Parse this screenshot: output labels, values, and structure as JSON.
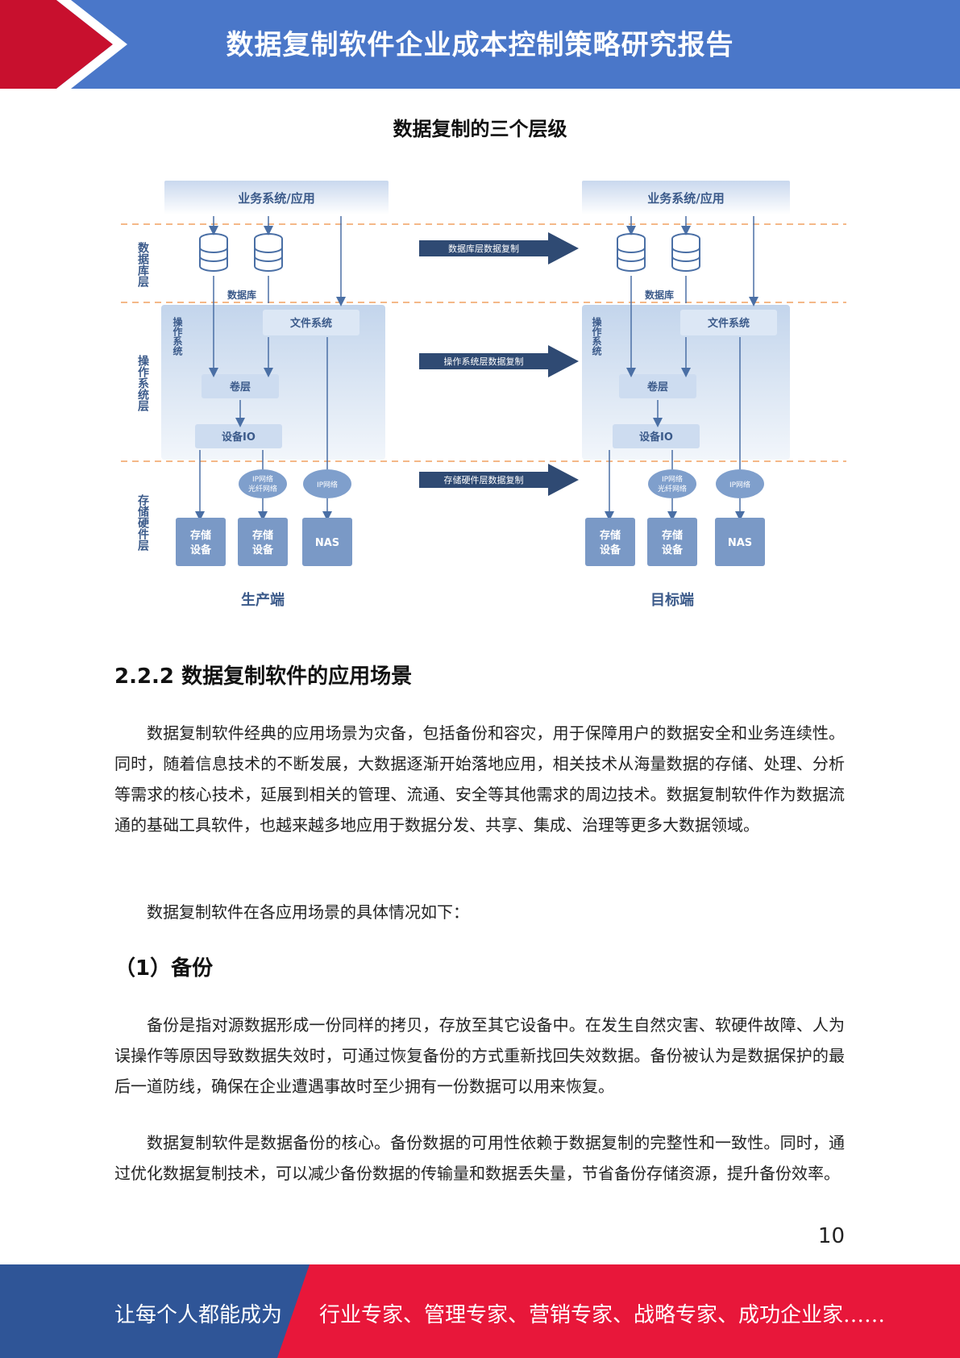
{
  "header": {
    "title": "数据复制软件企业成本控制策略研究报告"
  },
  "figure": {
    "title": "数据复制的三个层级",
    "layers": [
      "数据库层",
      "操作系统层",
      "存储硬件层"
    ],
    "app_box": "业务系统/应用",
    "db_label": "数据库",
    "fs_label": "文件系统",
    "os_label": "操作系统",
    "volume_label": "卷层",
    "device_io_label": "设备IO",
    "ip_fc_label_1": "IP网络",
    "ip_fc_label_2": "光纤网络",
    "ip_label": "IP网络",
    "storage_label_1": "存储",
    "storage_label_2": "设备",
    "nas_label": "NAS",
    "arrow_db": "数据库层数据复制",
    "arrow_os": "操作系统层数据复制",
    "arrow_hw": "存储硬件层数据复制",
    "producer": "生产端",
    "target": "目标端"
  },
  "section": {
    "heading": "2.2.2 数据复制软件的应用场景"
  },
  "paragraphs": {
    "p1": "数据复制软件经典的应用场景为灾备，包括备份和容灾，用于保障用户的数据安全和业务连续性。同时，随着信息技术的不断发展，大数据逐渐开始落地应用，相关技术从海量数据的存储、处理、分析等需求的核心技术，延展到相关的管理、流通、安全等其他需求的周边技术。数据复制软件作为数据流通的基础工具软件，也越来越多地应用于数据分发、共享、集成、治理等更多大数据领域。",
    "p2": "数据复制软件在各应用场景的具体情况如下：",
    "h3": "（1）备份",
    "p3": "备份是指对源数据形成一份同样的拷贝，存放至其它设备中。在发生自然灾害、软硬件故障、人为误操作等原因导致数据失效时，可通过恢复备份的方式重新找回失效数据。备份被认为是数据保护的最后一道防线，确保在企业遭遇事故时至少拥有一份数据可以用来恢复。",
    "p4": "数据复制软件是数据备份的核心。备份数据的可用性依赖于数据复制的完整性和一致性。同时，通过优化数据复制技术，可以减少备份数据的传输量和数据丢失量，节省备份存储资源，提升备份效率。"
  },
  "page_number": "10",
  "footer": {
    "left": "让每个人都能成为",
    "right": "行业专家、管理专家、营销专家、战略专家、成功企业家……"
  },
  "colors": {
    "header_blue": "#4a77c9",
    "header_red": "#c8102e",
    "footer_blue": "#2f5597",
    "footer_red": "#e8173a"
  }
}
